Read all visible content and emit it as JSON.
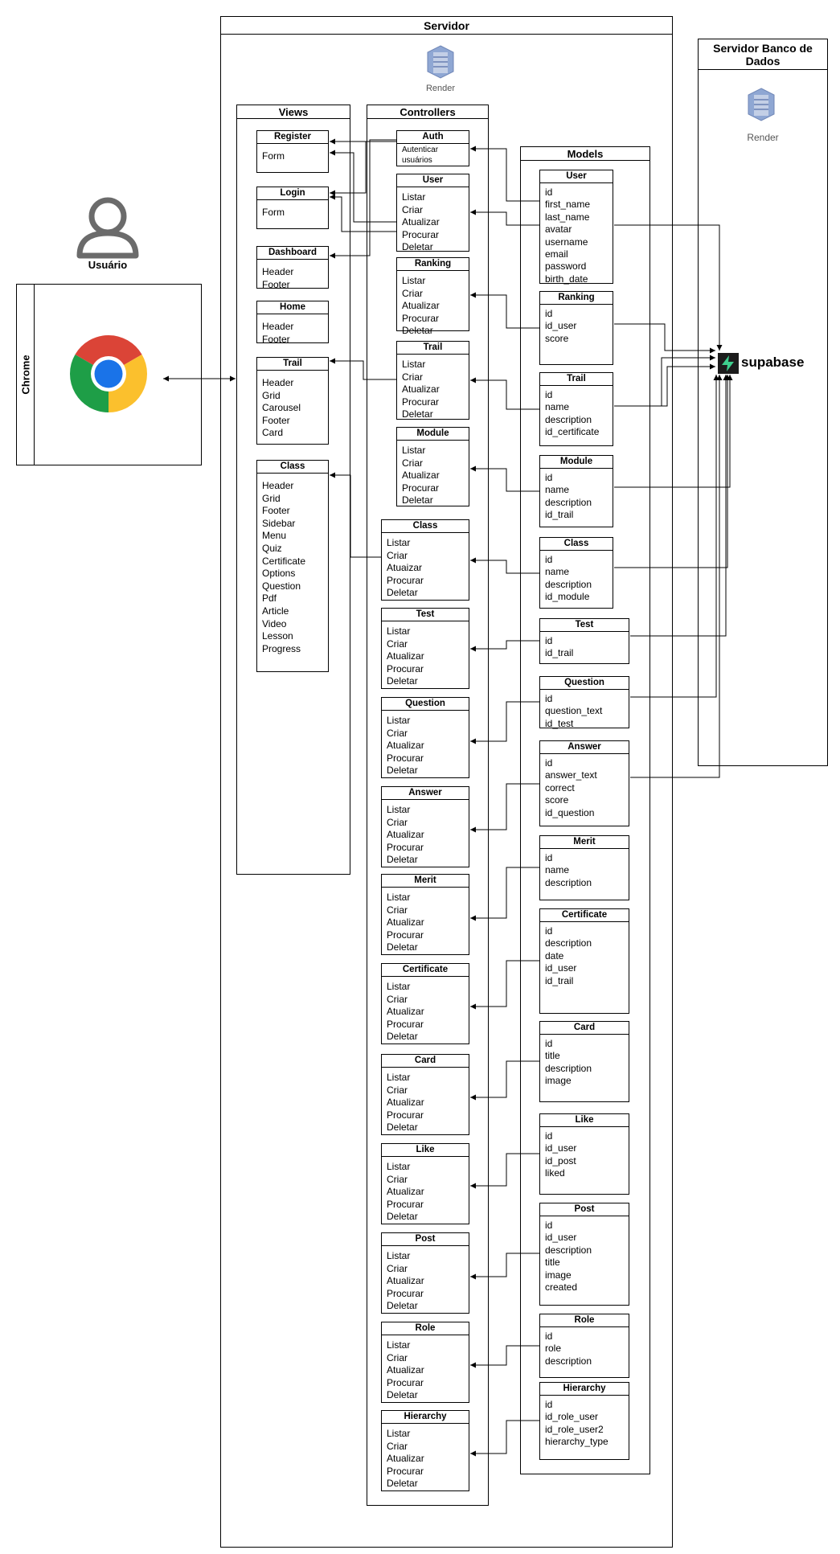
{
  "user_label": "Usuário",
  "browser": {
    "label": "Chrome"
  },
  "server": {
    "title": "Servidor",
    "render_caption": "Render"
  },
  "db_server": {
    "title": "Servidor Banco de Dados",
    "render_caption": "Render",
    "supabase_label": "supabase"
  },
  "views": {
    "title": "Views",
    "boxes": [
      {
        "title": "Register",
        "items": [
          "Form"
        ]
      },
      {
        "title": "Login",
        "items": [
          "Form"
        ]
      },
      {
        "title": "Dashboard",
        "items": [
          "Header",
          "Footer"
        ]
      },
      {
        "title": "Home",
        "items": [
          "Header",
          "Footer"
        ]
      },
      {
        "title": "Trail",
        "items": [
          "Header",
          "Grid",
          "Carousel",
          "Footer",
          "Card"
        ]
      },
      {
        "title": "Class",
        "items": [
          "Header",
          "Grid",
          "Footer",
          "Sidebar",
          "Menu",
          "Quiz",
          "Certificate",
          "Options",
          "Question",
          "Pdf",
          "Article",
          "Video",
          "Lesson",
          "Progress"
        ]
      }
    ]
  },
  "controllers": {
    "title": "Controllers",
    "boxes": [
      {
        "title": "Auth",
        "items": [
          "Autenticar",
          "usuários"
        ]
      },
      {
        "title": "User",
        "items": [
          "Listar",
          "Criar",
          "Atualizar",
          "Procurar",
          "Deletar"
        ]
      },
      {
        "title": "Ranking",
        "items": [
          "Listar",
          "Criar",
          "Atualizar",
          "Procurar",
          "Deletar"
        ]
      },
      {
        "title": "Trail",
        "items": [
          "Listar",
          "Criar",
          "Atualizar",
          "Procurar",
          "Deletar"
        ]
      },
      {
        "title": "Module",
        "items": [
          "Listar",
          "Criar",
          "Atualizar",
          "Procurar",
          "Deletar"
        ]
      },
      {
        "title": "Class",
        "items": [
          "Listar",
          "Criar",
          "Atuaizar",
          "Procurar",
          "Deletar"
        ]
      },
      {
        "title": "Test",
        "items": [
          "Listar",
          "Criar",
          "Atualizar",
          "Procurar",
          "Deletar"
        ]
      },
      {
        "title": "Question",
        "items": [
          "Listar",
          "Criar",
          "Atualizar",
          "Procurar",
          "Deletar"
        ]
      },
      {
        "title": "Answer",
        "items": [
          "Listar",
          "Criar",
          "Atualizar",
          "Procurar",
          "Deletar"
        ]
      },
      {
        "title": "Merit",
        "items": [
          "Listar",
          "Criar",
          "Atualizar",
          "Procurar",
          "Deletar"
        ]
      },
      {
        "title": "Certificate",
        "items": [
          "Listar",
          "Criar",
          "Atualizar",
          "Procurar",
          "Deletar"
        ]
      },
      {
        "title": "Card",
        "items": [
          "Listar",
          "Criar",
          "Atualizar",
          "Procurar",
          "Deletar"
        ]
      },
      {
        "title": "Like",
        "items": [
          "Listar",
          "Criar",
          "Atualizar",
          "Procurar",
          "Deletar"
        ]
      },
      {
        "title": "Post",
        "items": [
          "Listar",
          "Criar",
          "Atualizar",
          "Procurar",
          "Deletar"
        ]
      },
      {
        "title": "Role",
        "items": [
          "Listar",
          "Criar",
          "Atualizar",
          "Procurar",
          "Deletar"
        ]
      },
      {
        "title": "Hierarchy",
        "items": [
          "Listar",
          "Criar",
          "Atualizar",
          "Procurar",
          "Deletar"
        ]
      }
    ]
  },
  "models": {
    "title": "Models",
    "boxes": [
      {
        "title": "User",
        "items": [
          "id",
          "first_name",
          "last_name",
          "avatar",
          "username",
          "email",
          "password",
          "birth_date"
        ]
      },
      {
        "title": "Ranking",
        "items": [
          "id",
          "id_user",
          "score"
        ]
      },
      {
        "title": "Trail",
        "items": [
          "id",
          "name",
          "description",
          "id_certificate"
        ]
      },
      {
        "title": "Module",
        "items": [
          "id",
          "name",
          "description",
          "id_trail"
        ]
      },
      {
        "title": "Class",
        "items": [
          "id",
          "name",
          "description",
          "id_module"
        ]
      },
      {
        "title": "Test",
        "items": [
          "id",
          "id_trail"
        ]
      },
      {
        "title": "Question",
        "items": [
          "id",
          "question_text",
          "id_test"
        ]
      },
      {
        "title": "Answer",
        "items": [
          "id",
          "answer_text",
          "correct",
          "score",
          "id_question"
        ]
      },
      {
        "title": "Merit",
        "items": [
          "id",
          "name",
          "description"
        ]
      },
      {
        "title": "Certificate",
        "items": [
          "id",
          "description",
          "date",
          "id_user",
          "id_trail"
        ]
      },
      {
        "title": "Card",
        "items": [
          "id",
          "title",
          "description",
          "image"
        ]
      },
      {
        "title": "Like",
        "items": [
          "id",
          "id_user",
          "id_post",
          "liked"
        ]
      },
      {
        "title": "Post",
        "items": [
          "id",
          "id_user",
          "description",
          "title",
          "image",
          "created"
        ]
      },
      {
        "title": "Role",
        "items": [
          "id",
          "role",
          "description"
        ]
      },
      {
        "title": "Hierarchy",
        "items": [
          "id",
          "id_role_user",
          "id_role_user2",
          "hierarchy_type"
        ]
      }
    ]
  },
  "colors": {
    "supabase_green": "#3ecf8e",
    "chrome_red": "#db4437",
    "chrome_yellow": "#fbc02d",
    "chrome_green": "#1e9e47",
    "chrome_blue": "#1a73e8"
  }
}
